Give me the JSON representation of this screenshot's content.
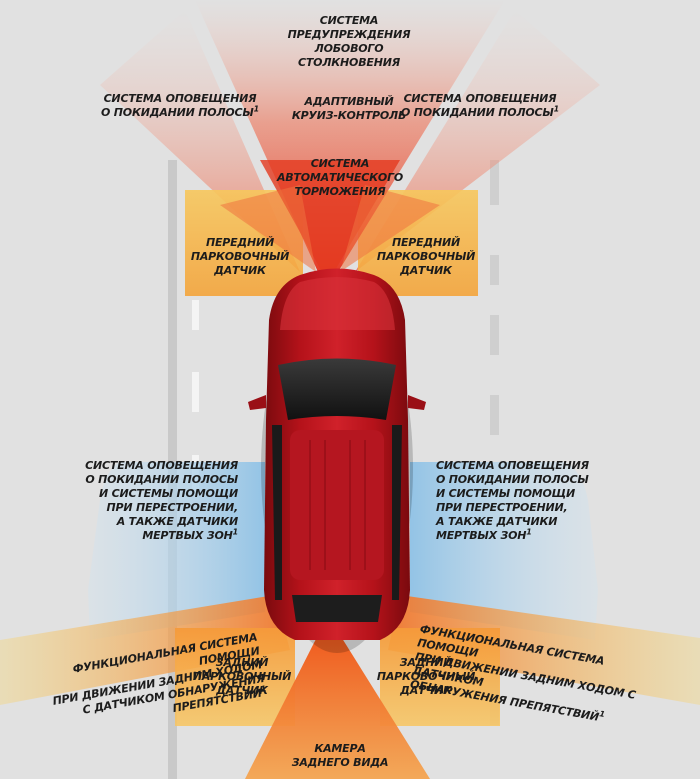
{
  "labels": {
    "forward_collision": "Система\nпредупреждения\nлобового\nстолкновения",
    "lane_departure_left": "Система оповещения\nо покидании полосы",
    "lane_departure_right": "Система оповещения\nо покидании полосы",
    "adaptive_cruise": "Адаптивный\nкруиз-контроль",
    "auto_braking": "Система\nавтоматического\nторможения",
    "front_parking_left": "Передний\nпарковочный\nдатчик",
    "front_parking_right": "Передний\nпарковочный\nдатчик",
    "blind_spot_left": "Система оповещения\nо покидании полосы\nи системы помощи\nпри перестроении,\nа также датчики\nмертвых зон",
    "blind_spot_right": "Система оповещения\nо покидании полосы\nи системы помощи\nпри перестроении,\nа также датчики\nмертвых зон",
    "rear_assist_left": "Функциональная система помощи\nпри движении задним ходом\nс датчиком обнаружения препятствий",
    "rear_assist_right": "Функциональная система помощи\nпри движении задним ходом с датчиком\nобнаружения препятствий",
    "rear_parking_left": "Задний\nпарковочный\nдатчик",
    "rear_parking_right": "Задний\nпарковочный\nдатчик",
    "rear_camera": "Камера\nзаднего вида",
    "footnote_mark": "1"
  },
  "colors": {
    "background": "#e0e0e0",
    "red_zone": "#e8442a",
    "orange_zone": "#f29a3a",
    "yellow_zone": "#f6c64a",
    "blue_zone": "#a9cfe8",
    "car_body": "#c0141b",
    "lane_marking": "#c8c8c8"
  },
  "icons": {
    "car": "red-suv-top-view"
  }
}
